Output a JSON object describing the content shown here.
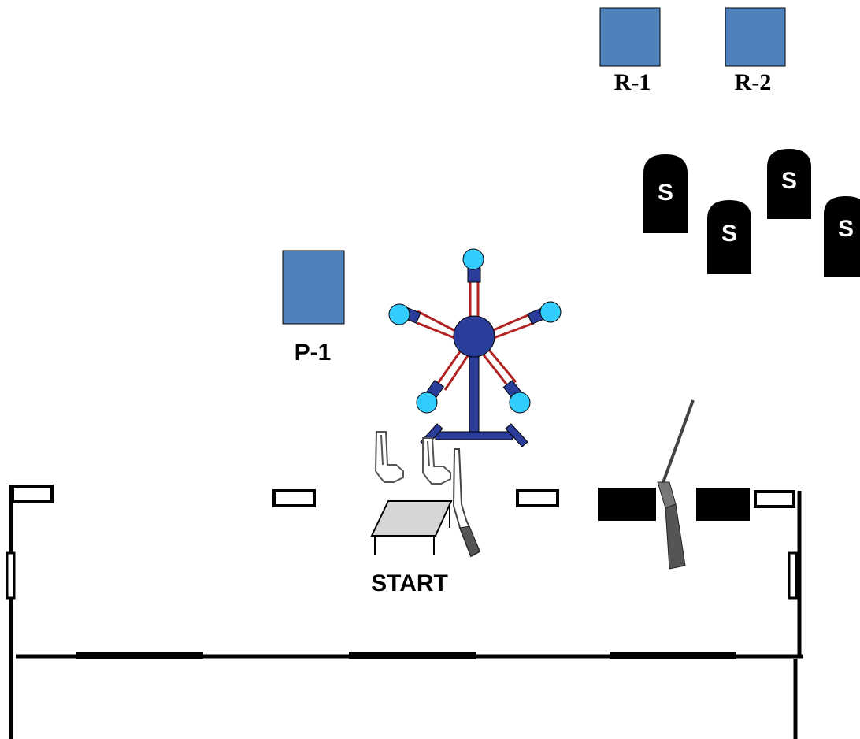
{
  "targets": {
    "rifle": [
      {
        "label": "R-1"
      },
      {
        "label": "R-2"
      }
    ],
    "pistol": [
      {
        "label": "P-1"
      }
    ],
    "shotgun_knockdowns": [
      {
        "letter": "S"
      },
      {
        "letter": "S"
      },
      {
        "letter": "S"
      },
      {
        "letter": "S"
      }
    ],
    "spinner": {
      "arms": 5
    }
  },
  "start": {
    "label": "START"
  },
  "colors": {
    "target_fill": "#4f81bd",
    "spinner_hub": "#2b3d9a",
    "spinner_arm": "#b22222",
    "spinner_ball": "#33ccff",
    "table_top": "#d6d6d6",
    "outline": "#000000"
  },
  "icons": {
    "pistols": [
      "pistol-icon",
      "pistol-icon"
    ],
    "rifle": "lever-rifle-icon",
    "shotgun": "double-barrel-shotgun-icon",
    "table": "loading-table-icon"
  }
}
